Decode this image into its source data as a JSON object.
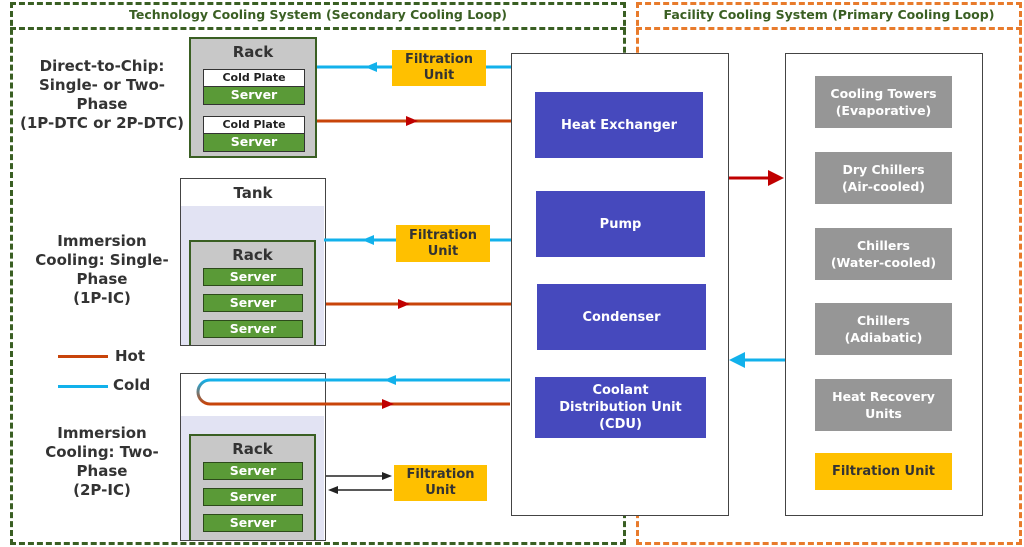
{
  "regions": {
    "technology": {
      "title": "Technology Cooling System (Secondary Cooling Loop)",
      "color": "#3a5f23"
    },
    "facility": {
      "title": "Facility Cooling System (Primary Cooling Loop)",
      "color": "#e87b2c"
    }
  },
  "sections": {
    "dtc": {
      "label_lines": [
        "Direct-to-Chip:",
        "Single- or Two-",
        "Phase",
        "(1P-DTC or 2P-DTC)"
      ],
      "rack_title": "Rack",
      "units": [
        {
          "cold_plate": "Cold Plate",
          "server": "Server"
        },
        {
          "cold_plate": "Cold Plate",
          "server": "Server"
        }
      ],
      "filtration": [
        "Filtration",
        "Unit"
      ]
    },
    "ic1p": {
      "label_lines": [
        "Immersion",
        "Cooling: Single-",
        "Phase",
        "(1P-IC)"
      ],
      "tank_title": "Tank",
      "rack_title": "Rack",
      "servers": [
        "Server",
        "Server",
        "Server"
      ],
      "filtration": [
        "Filtration",
        "Unit"
      ]
    },
    "ic2p": {
      "label_lines": [
        "Immersion",
        "Cooling: Two-",
        "Phase",
        "(2P-IC)"
      ],
      "rack_title": "Rack",
      "servers": [
        "Server",
        "Server",
        "Server"
      ],
      "filtration": [
        "Filtration",
        "Unit"
      ]
    }
  },
  "legend": {
    "hot": {
      "label": "Hot",
      "color": "#c8440a"
    },
    "cold": {
      "label": "Cold",
      "color": "#12b1eb"
    }
  },
  "cdu_panel": {
    "components": [
      {
        "label": "Heat Exchanger"
      },
      {
        "label": "Pump"
      },
      {
        "label": "Condenser"
      },
      {
        "label": "Coolant Distribution Unit (CDU)",
        "lines": [
          "Coolant",
          "Distribution Unit",
          "(CDU)"
        ]
      }
    ],
    "color": "#4649bd"
  },
  "facility_panel": {
    "components": [
      {
        "lines": [
          "Cooling Towers",
          "(Evaporative)"
        ]
      },
      {
        "lines": [
          "Dry Chillers",
          "(Air-cooled)"
        ]
      },
      {
        "lines": [
          "Chillers",
          "(Water-cooled)"
        ]
      },
      {
        "lines": [
          "Chillers",
          "(Adiabatic)"
        ]
      },
      {
        "lines": [
          "Heat Recovery",
          "Units"
        ]
      }
    ],
    "filtration": "Filtration Unit",
    "color": "#969696"
  },
  "colors": {
    "filtration": "#ffc000",
    "server": "#5a9a37",
    "rack": "#c8c8c8",
    "tank_fluid": "#e2e3f3",
    "flow_to_facility": "#c00000"
  }
}
